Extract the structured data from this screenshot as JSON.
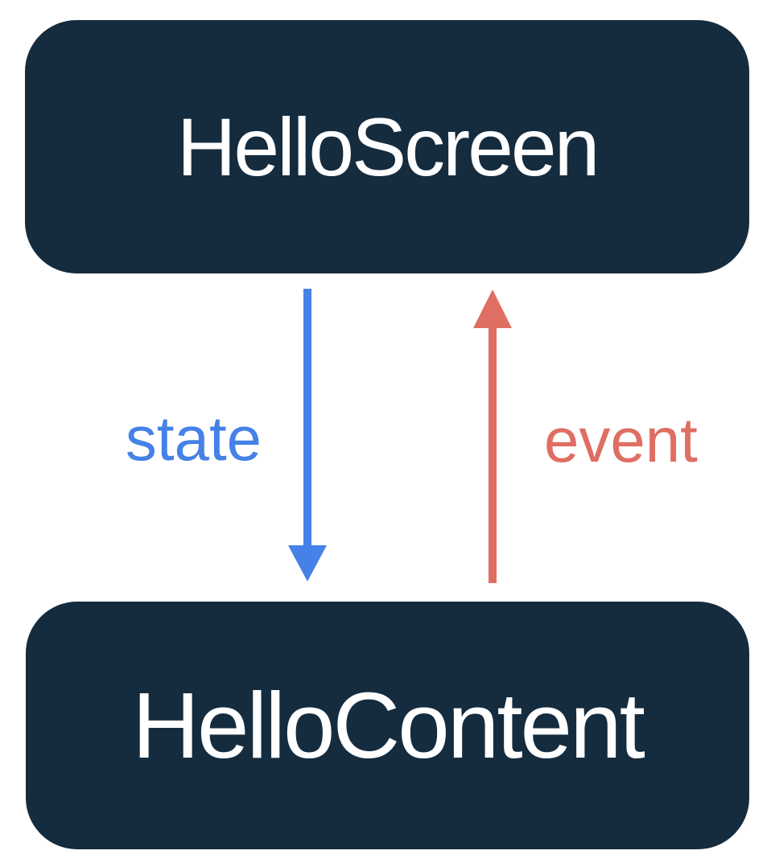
{
  "diagram": {
    "title": "unidirectional-data-flow",
    "top_box": {
      "label": "HelloScreen"
    },
    "bottom_box": {
      "label": "HelloContent"
    },
    "arrows": {
      "state": {
        "label": "state",
        "direction": "down",
        "from": "HelloScreen",
        "to": "HelloContent",
        "color": "#4581E6"
      },
      "event": {
        "label": "event",
        "direction": "up",
        "from": "HelloContent",
        "to": "HelloScreen",
        "color": "#DF6E63"
      }
    },
    "colors": {
      "background": "#ffffff",
      "box_bg": "#152C3F",
      "box_text": "#ffffff",
      "state_blue": "#4581E6",
      "event_red": "#DF6E63"
    }
  }
}
